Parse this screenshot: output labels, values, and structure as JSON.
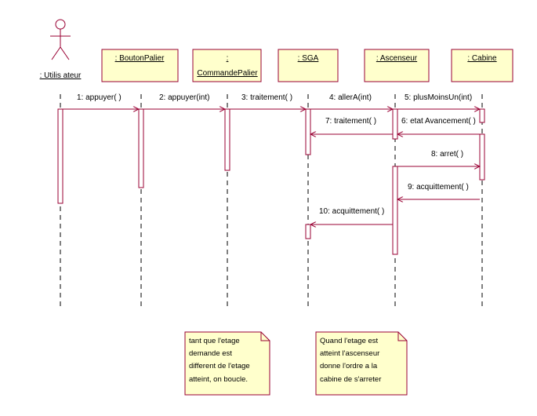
{
  "colors": {
    "box_fill": "#ffffcc",
    "box_stroke": "#990033",
    "line": "#000000",
    "message": "#990033",
    "note_fill": "#ffffcc"
  },
  "actor": {
    "label": ": Utilis ateur",
    "icon": "stick-figure-icon"
  },
  "objects": [
    {
      "id": "bouton",
      "label": ": BoutonPalier"
    },
    {
      "id": "commande",
      "label_line1": ":",
      "label_line2": "CommandePalier"
    },
    {
      "id": "sga",
      "label": ": SGA"
    },
    {
      "id": "ascenseur",
      "label": ": Ascenseur"
    },
    {
      "id": "cabine",
      "label": ": Cabine"
    }
  ],
  "messages": [
    {
      "label": "1: appuyer( )"
    },
    {
      "label": "2: appuyer(int)"
    },
    {
      "label": "3: traitement( )"
    },
    {
      "label": "4: allerA(int)"
    },
    {
      "label": "5: plusMoinsUn(int)"
    },
    {
      "label": "6: etat Avancement( )"
    },
    {
      "label": "7: traitement( )"
    },
    {
      "label": "8: arret( )"
    },
    {
      "label": "9: acquittement( )"
    },
    {
      "label": "10: acquittement( )"
    }
  ],
  "notes": [
    {
      "lines": [
        "tant que l'etage",
        "demande est",
        "different de l'etage",
        "atteint, on boucle."
      ]
    },
    {
      "lines": [
        "Quand l'etage est",
        "atteint l'ascenseur",
        "donne l'ordre a la",
        "cabine de s'arreter"
      ]
    }
  ]
}
